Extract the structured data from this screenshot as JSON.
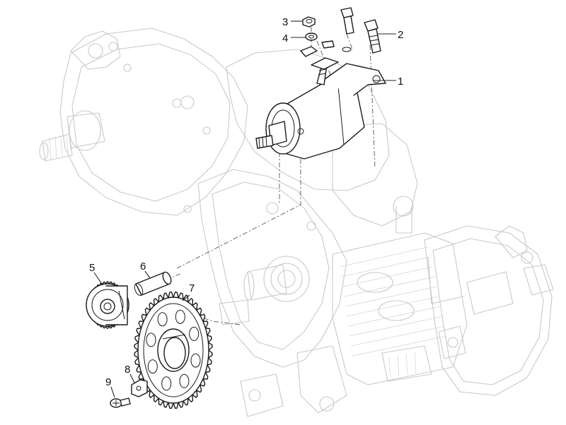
{
  "callouts": [
    {
      "id": "1",
      "label": "1"
    },
    {
      "id": "2",
      "label": "2"
    },
    {
      "id": "3",
      "label": "3"
    },
    {
      "id": "4",
      "label": "4"
    },
    {
      "id": "5",
      "label": "5"
    },
    {
      "id": "6",
      "label": "6"
    },
    {
      "id": "7",
      "label": "7"
    },
    {
      "id": "8",
      "label": "8"
    },
    {
      "id": "9",
      "label": "9"
    }
  ],
  "colors": {
    "line": "#1a1a1a",
    "ghost": "#c9c9c9",
    "background": "#ffffff"
  }
}
